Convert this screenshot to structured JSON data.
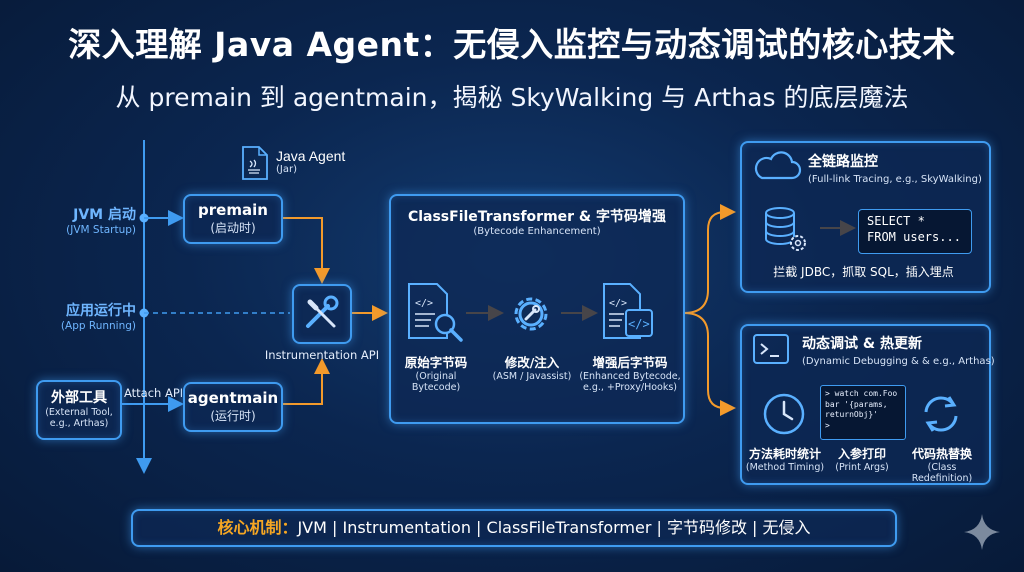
{
  "title": "深入理解 Java Agent：无侵入监控与动态调试的核心技术",
  "subtitle": "从 premain 到 agentmain，揭秘 SkyWalking 与 Arthas 的底层魔法",
  "timeline": {
    "jvm_start": {
      "label": "JVM 启动",
      "sub": "(JVM Startup)"
    },
    "app_running": {
      "label": "应用运行中",
      "sub": "(App Running)"
    }
  },
  "external_tool": {
    "label": "外部工具",
    "sub1": "(External Tool,",
    "sub2": "e.g., Arthas)"
  },
  "attach_api": "Attach API",
  "java_agent": {
    "label": "Java Agent",
    "sub": "(Jar)"
  },
  "premain": {
    "label": "premain",
    "sub": "(启动时)"
  },
  "agentmain": {
    "label": "agentmain",
    "sub": "(运行时)"
  },
  "instrumentation": {
    "label": "Instrumentation API"
  },
  "transformer": {
    "title": "ClassFileTransformer & 字节码增强",
    "sub": "(Bytecode Enhancement)",
    "original": {
      "label": "原始字节码",
      "sub": "(Original Bytecode)"
    },
    "modify": {
      "label": "修改/注入",
      "sub": "(ASM / Javassist)"
    },
    "enhanced": {
      "label": "增强后字节码",
      "sub1": "(Enhanced Bytecode,",
      "sub2": "e.g., +Proxy/Hooks)"
    }
  },
  "monitoring": {
    "title": "全链路监控",
    "sub": "(Full-link Tracing, e.g., SkyWalking)",
    "sql_line1": "SELECT *",
    "sql_line2": "FROM users...",
    "caption": "拦截 JDBC，抓取 SQL，插入埋点"
  },
  "debugging": {
    "title": "动态调试 & 热更新",
    "sub": "(Dynamic Debugging & & e.g., Arthas)",
    "terminal_lines": [
      "> watch com.Foo",
      "bar '{params,",
      "returnObj}'",
      ">"
    ],
    "timing": {
      "label": "方法耗时统计",
      "sub": "(Method Timing)"
    },
    "args": {
      "label": "入参打印",
      "sub": "(Print Args)"
    },
    "redefine": {
      "label": "代码热替换",
      "sub": "(Class Redefinition)"
    }
  },
  "footer": {
    "prefix": "核心机制：",
    "text": "JVM | Instrumentation | ClassFileTransformer | 字节码修改 | 无侵入"
  },
  "colors": {
    "accent": "#3f9bf0",
    "arrow": "#f39a2b",
    "footer_prefix": "#f5a623",
    "side_label": "#6fb6ff"
  }
}
